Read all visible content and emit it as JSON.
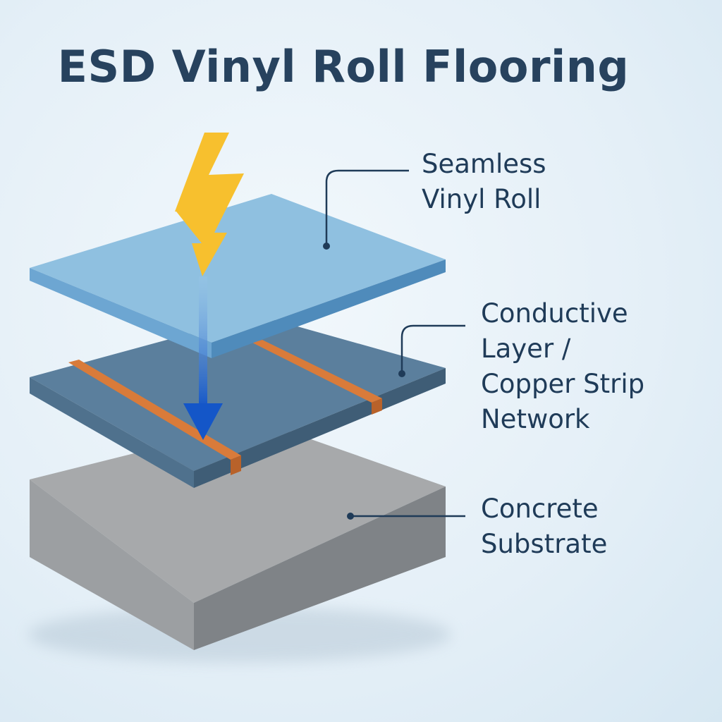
{
  "title": "ESD Vinyl Roll Flooring",
  "labels": {
    "vinyl": "Seamless\nVinyl Roll",
    "conductive": "Conductive\nLayer /\nCopper Strip\nNetwork",
    "concrete": "Concrete\nSubstrate"
  },
  "colors": {
    "vinyl_top": "#8fc0e0",
    "conductive_top": "#567d9c",
    "copper": "#d97b3a",
    "concrete_top": "#a4a7aa",
    "bolt": "#f7c02e",
    "arrow": "#1f5fc9",
    "text": "#1f3b58"
  },
  "icons": [
    "lightning-bolt-icon",
    "discharge-arrow-icon"
  ]
}
